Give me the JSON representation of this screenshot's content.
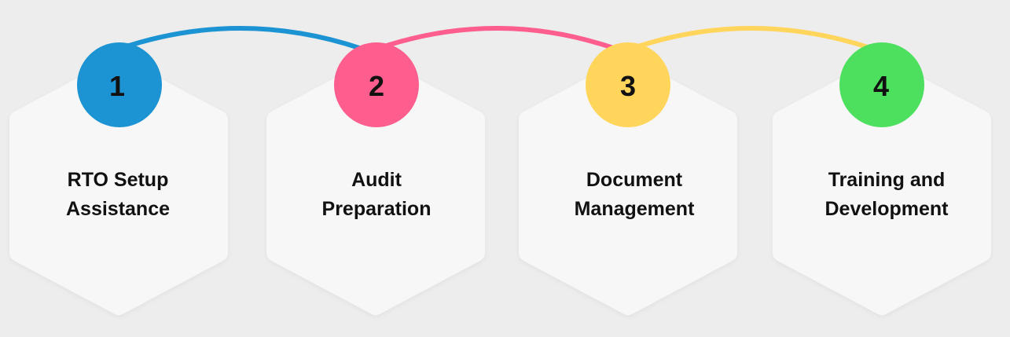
{
  "colors": {
    "background": "#ededed",
    "card": "#f7f7f8",
    "text": "#111111"
  },
  "steps": [
    {
      "number": "1",
      "label_line1": "RTO Setup",
      "label_line2": "Assistance",
      "color": "#1c93d2"
    },
    {
      "number": "2",
      "label_line1": "Audit",
      "label_line2": "Preparation",
      "color": "#fd5e8e"
    },
    {
      "number": "3",
      "label_line1": "Document",
      "label_line2": "Management",
      "color": "#ffd55b"
    },
    {
      "number": "4",
      "label_line1": "Training and",
      "label_line2": "Development",
      "color": "#4ddf5e"
    }
  ]
}
